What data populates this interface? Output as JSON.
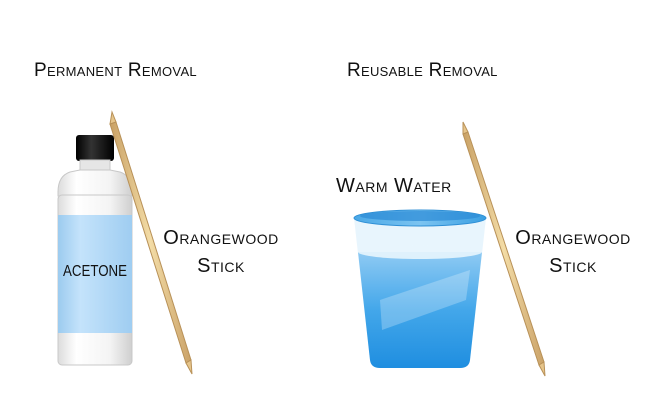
{
  "left_panel": {
    "heading": "Permanent Removal",
    "bottle_label": "ACETONE",
    "stick_label_line1": "Orangewood",
    "stick_label_line2": "Stick"
  },
  "right_panel": {
    "heading": "Reusable Removal",
    "glass_label": "Warm Water",
    "stick_label_line1": "Orangewood",
    "stick_label_line2": "Stick"
  },
  "colors": {
    "stick": "#e8c98a",
    "bottle_label": "#a8d4f5",
    "cap": "#111111",
    "water": "#2f9ae6"
  }
}
